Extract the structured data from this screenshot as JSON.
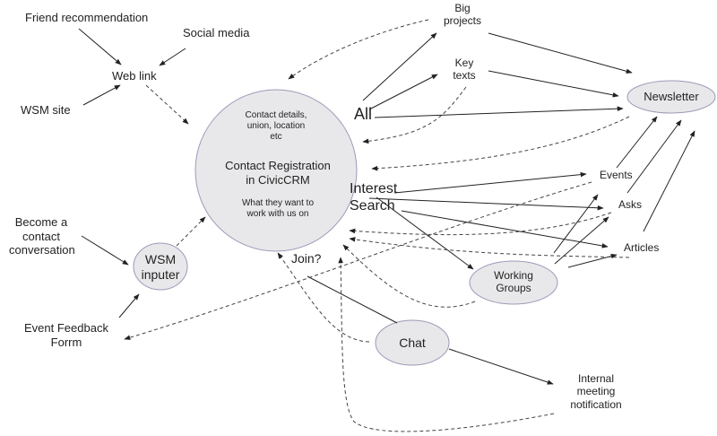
{
  "nodes": {
    "friend_recommendation": "Friend recommendation",
    "social_media": "Social media",
    "web_link": "Web link",
    "wsm_site": "WSM site",
    "become_contact": [
      "Become a",
      "contact",
      "conversation"
    ],
    "wsm_inputer": [
      "WSM",
      "inputer"
    ],
    "event_feedback": [
      "Event Feedback",
      "Forrm"
    ],
    "contact_registration": {
      "top": [
        "Contact details,",
        "union, location",
        "etc"
      ],
      "title": [
        "Contact Registration",
        "in CivicCRM"
      ],
      "bottom": [
        "What they want to",
        "work with us on"
      ]
    },
    "all": "All",
    "interest_search": [
      "Interest",
      "Search"
    ],
    "join": "Join?",
    "big_projects": [
      "Big",
      "projects"
    ],
    "key_texts": [
      "Key",
      "texts"
    ],
    "newsletter": "Newsletter",
    "events": "Events",
    "asks": "Asks",
    "articles": "Articles",
    "working_groups": [
      "Working",
      "Groups"
    ],
    "chat": "Chat",
    "internal_meeting": [
      "Internal",
      "meeting",
      "notification"
    ]
  },
  "colors": {
    "node_fill": "#e8e8ea",
    "node_stroke": "#9c9ab8",
    "edge": "#222222"
  }
}
